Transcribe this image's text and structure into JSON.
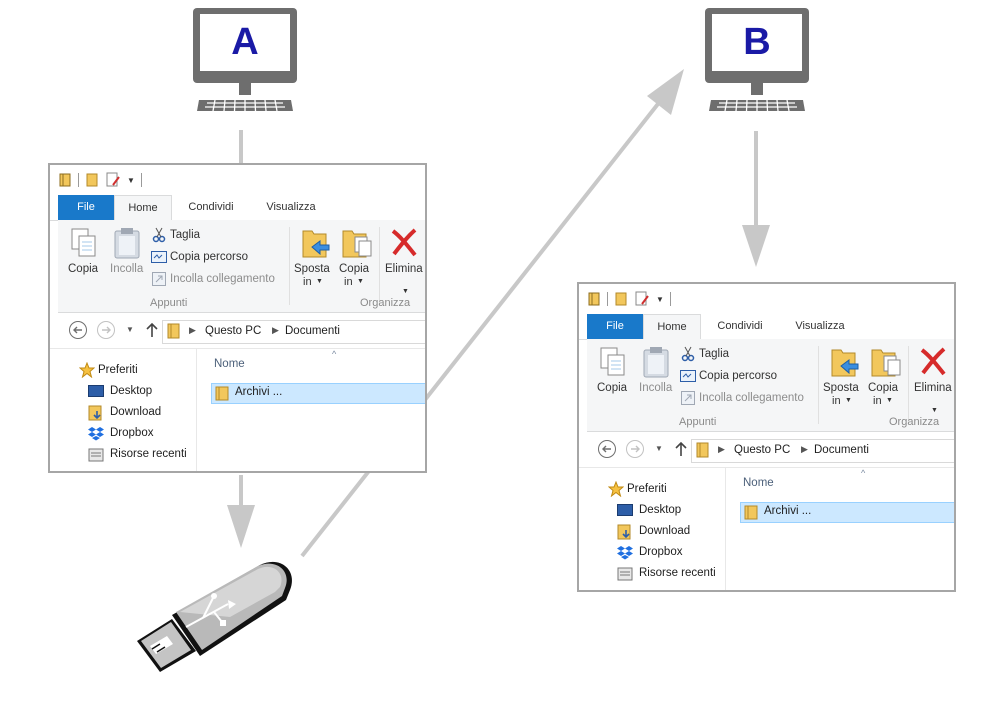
{
  "computers": [
    {
      "label": "A"
    },
    {
      "label": "B"
    }
  ],
  "explorer": {
    "tabs": {
      "file": "File",
      "home": "Home",
      "share": "Condividi",
      "view": "Visualizza"
    },
    "ribbon": {
      "copy": "Copia",
      "paste": "Incolla",
      "cut": "Taglia",
      "copy_path": "Copia percorso",
      "paste_shortcut": "Incolla collegamento",
      "move_to_1": "Sposta",
      "move_to_2": "in",
      "copy_to_1": "Copia",
      "copy_to_2": "in",
      "delete_1": "Elimina",
      "group_clipboard": "Appunti",
      "group_organize": "Organizza"
    },
    "address": {
      "root": "Questo PC",
      "folder": "Documenti"
    },
    "nav": [
      "Preferiti",
      "Desktop",
      "Download",
      "Dropbox",
      "Risorse recenti"
    ],
    "column_header": "Nome",
    "selected_item": "Archivi ..."
  },
  "colors": {
    "arrow": "#c8c8c8",
    "computer": "#6e6e6e",
    "computer_label": "#1a1aa6",
    "file_tab": "#1979ca",
    "selection": "#cce8ff",
    "folder": "#f2c75c"
  },
  "icons": [
    "computer-icon",
    "usb-drive-icon",
    "folder-icon",
    "copy-icon",
    "paste-icon",
    "scissors-icon",
    "delete-icon",
    "star-icon",
    "dropbox-icon"
  ]
}
